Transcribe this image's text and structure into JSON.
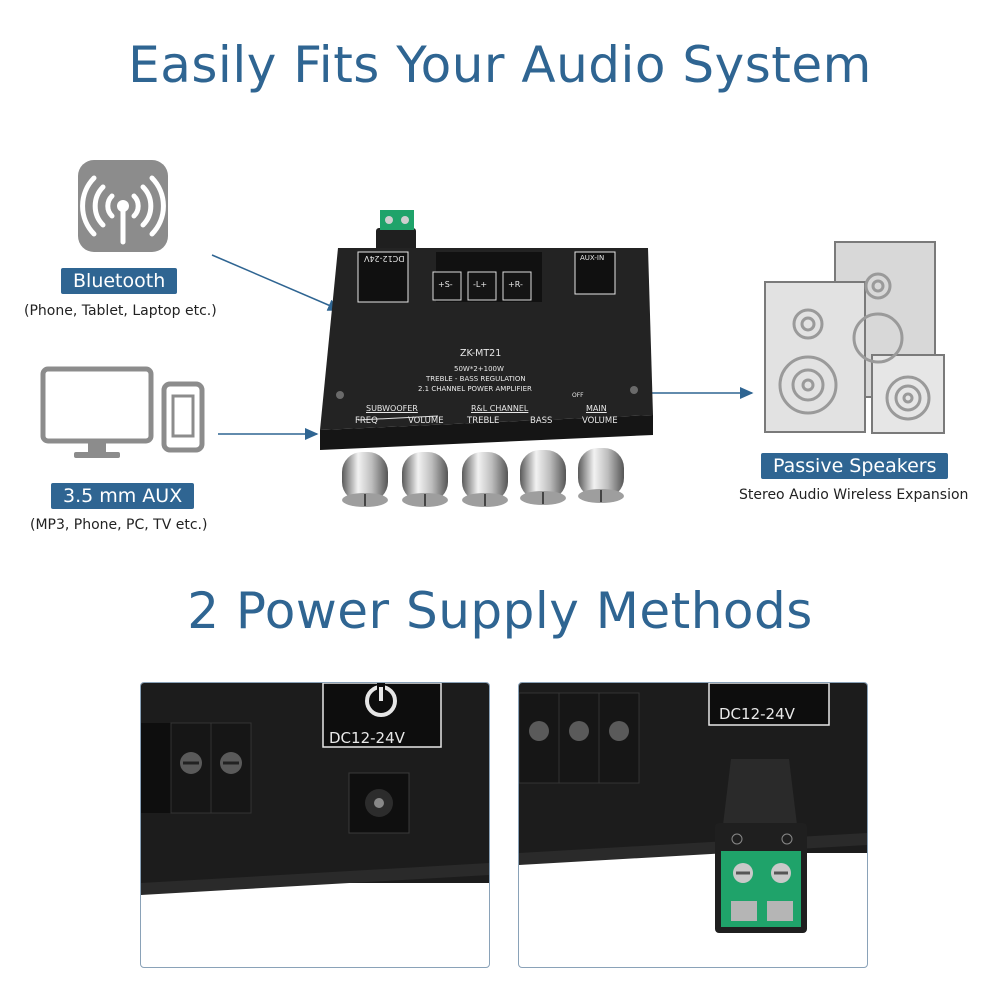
{
  "headline": "Easily Fits Your Audio System",
  "inputs": {
    "bluetooth": {
      "label": "Bluetooth",
      "caption": "(Phone, Tablet, Laptop etc.)",
      "icon": "wireless-signal-icon"
    },
    "aux": {
      "label": "3.5 mm AUX",
      "caption": "(MP3, Phone, PC, TV etc.)",
      "icon": "monitor-and-phone-icon"
    }
  },
  "output": {
    "label": "Passive Speakers",
    "caption": "Stereo Audio Wireless Expansion",
    "icon": "speakers-icon"
  },
  "amplifier": {
    "model": "ZK-MT21",
    "power": "50W*2+100W",
    "line1": "TREBLE - BASS REGULATION",
    "line2": "2.1 CHANNEL POWER AMPLIFIER",
    "power_label": "DC12-24V",
    "aux_label": "AUX-IN",
    "terminals": [
      "+S-",
      "-L+",
      "+R-"
    ],
    "groups": {
      "subwoofer": "SUBWOOFER",
      "rl": "R&L CHANNEL",
      "main": "MAIN",
      "off": "OFF"
    },
    "knobs": [
      "FREQ",
      "VOLUME",
      "TREBLE",
      "BASS",
      "VOLUME"
    ]
  },
  "section2_title": "2 Power Supply Methods",
  "supply": {
    "left_label": "DC12-24V",
    "right_label": "DC12-24V"
  },
  "colors": {
    "accent": "#2f6592",
    "icon_gray": "#8a8a8a",
    "terminal_green": "#1fa36a"
  }
}
